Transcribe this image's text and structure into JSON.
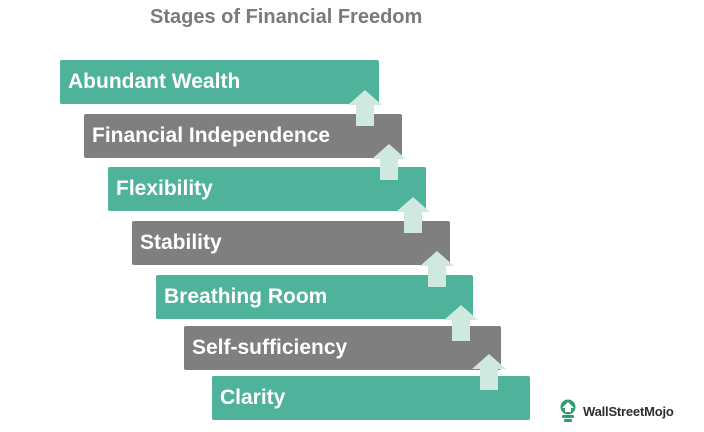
{
  "title": "Stages of Financial Freedom",
  "colors": {
    "teal": "#4fb39b",
    "gray": "#7f7f7f",
    "arrow": "#cfe9e1",
    "title": "#7a7a7a",
    "background": "#ffffff"
  },
  "stages": [
    {
      "label": "Abundant Wealth",
      "color": "teal"
    },
    {
      "label": "Financial Independence",
      "color": "gray"
    },
    {
      "label": "Flexibility",
      "color": "teal"
    },
    {
      "label": "Stability",
      "color": "gray"
    },
    {
      "label": "Breathing Room",
      "color": "teal"
    },
    {
      "label": "Self-sufficiency",
      "color": "gray"
    },
    {
      "label": "Clarity",
      "color": "teal"
    }
  ],
  "arrow_icon": "up-arrow-icon",
  "brand": {
    "name": "WallStreetMojo",
    "icon": "wallstreetmojo-logo-icon"
  }
}
